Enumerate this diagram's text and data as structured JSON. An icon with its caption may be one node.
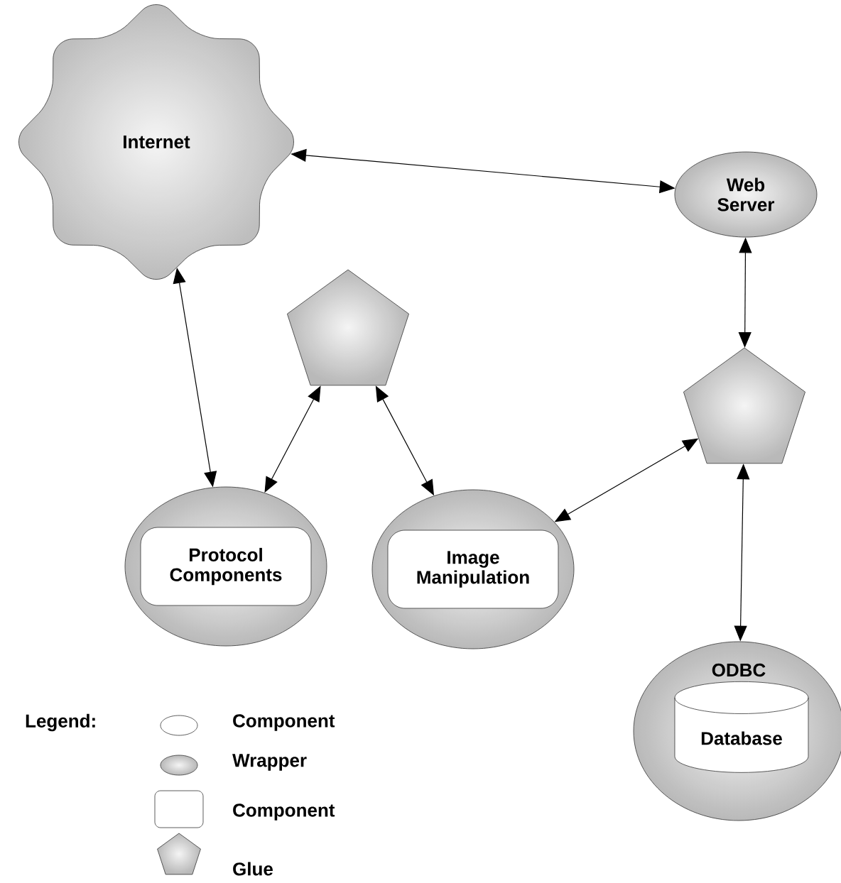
{
  "diagram": {
    "nodes": [
      {
        "text": [
          "Internet"
        ]
      },
      {
        "text": [
          "Web Server"
        ]
      },
      {
        "text": [],
        "shape": "pentagon"
      },
      {
        "text": [],
        "shape": "pentagon"
      },
      {
        "text": [],
        "shape": "ellipse"
      },
      {
        "text": [
          "Protocol Components"
        ],
        "in": 4
      },
      {
        "text": [],
        "shape": "ellipse"
      },
      {
        "text": [
          "Image Manipulation"
        ],
        "in": 6
      },
      {
        "text": [
          "ODBC"
        ]
      },
      {
        "text": [
          "Database"
        ],
        "in": 8
      }
    ],
    "edges": [
      {
        "from": 0,
        "to": 1,
        "arrow": "both"
      },
      {
        "from": 0,
        "to": 4,
        "arrow": "both"
      },
      {
        "from": 2,
        "to": 4,
        "arrow": "both"
      },
      {
        "from": 2,
        "to": 6,
        "arrow": "both"
      },
      {
        "from": 1,
        "to": 3,
        "arrow": "both"
      },
      {
        "from": 3,
        "to": 6,
        "arrow": "both"
      },
      {
        "from": 3,
        "to": 8,
        "arrow": "both"
      }
    ],
    "labels": [
      "Legend:"
    ],
    "legend": [
      {
        "text": "Component"
      },
      {
        "text": "Wrapper"
      },
      {
        "text": "Component"
      },
      {
        "text": "Glue"
      }
    ]
  }
}
